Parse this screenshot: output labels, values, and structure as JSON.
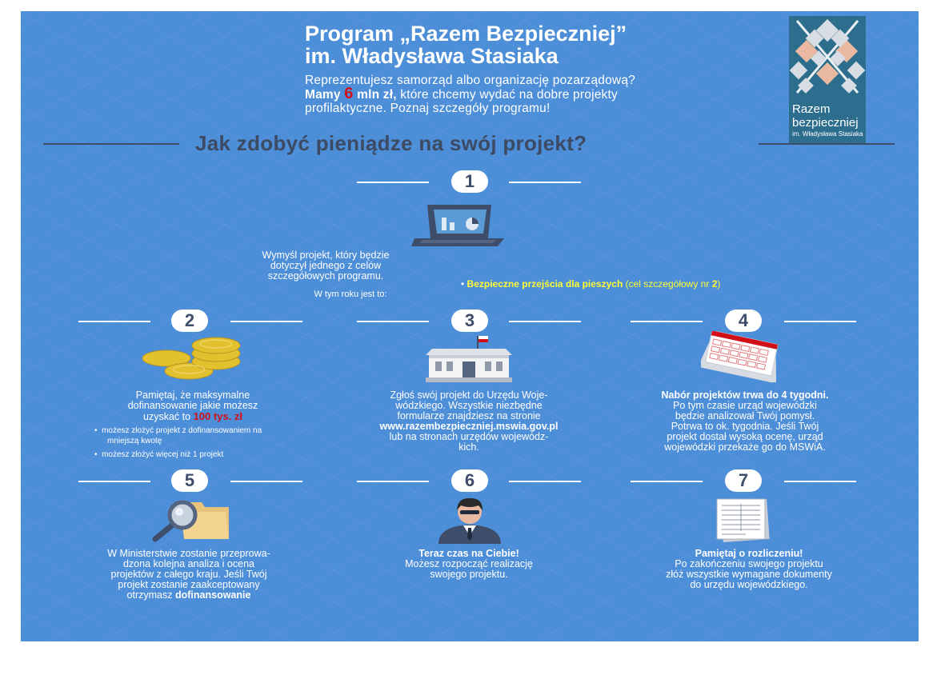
{
  "header": {
    "title_line1": "Program „Razem Bezpieczniej”",
    "title_line2": "im. Władysława Stasiaka",
    "intro_line1": "Reprezentujesz samorząd albo organizację pozarządową?",
    "intro_mamy": "Mamy",
    "intro_amount": "6",
    "intro_mln": "mln zł,",
    "intro_line2_rest": "które chcemy wydać na dobre projekty",
    "intro_line3": "profilaktyczne. Poznaj szczegóły programu!"
  },
  "logo": {
    "line1": "Razem",
    "line2": "bezpieczniej",
    "line3": "im. Władysława Stasiaka"
  },
  "section_heading": "Jak zdobyć pieniądze na swój projekt?",
  "steps": {
    "s1": {
      "num": "1",
      "l1": "Wymyśl projekt, który będzie",
      "l2": "dotyczył jednego z celów",
      "l3": "szczegółowych programu.",
      "l4": "W tym roku jest to:",
      "goal_bold": "Bezpieczne przejścia dla pieszych",
      "goal_open": "(cel szczegółowy nr",
      "goal_num": "2",
      "goal_close": ")"
    },
    "s2": {
      "num": "2",
      "l1": "Pamiętaj, że maksymalne",
      "l2": "dofinansowanie jakie możesz",
      "l3": "uzyskać to",
      "amount": "100 tys. zł",
      "b1a": "możesz złożyć projekt z dofinansowaniem na",
      "b1b": "mniejszą kwotę",
      "b2": "możesz złożyć więcej niż 1 projekt"
    },
    "s3": {
      "num": "3",
      "l1": "Zgłoś swój projekt do Urzędu Woje-",
      "l2": "wódzkiego. Wszystkie niezbędne",
      "l3": "formularze znajdziesz na stronie",
      "l4": "www.razembezpieczniej.mswia.gov.pl",
      "l5": "lub na stronach urzędów wojewódz-",
      "l6": "kich."
    },
    "s4": {
      "num": "4",
      "l1": "Nabór projektów trwa do 4 tygodni.",
      "l2": "Po tym czasie urząd wojewódzki",
      "l3": "będzie analizował Twój pomysł.",
      "l4": "Potrwa to ok. tygodnia. Jeśli Twój",
      "l5": "projekt dostał wysoką ocenę, urząd",
      "l6": "wojewódzki przekaże go do MSWiA."
    },
    "s5": {
      "num": "5",
      "l1": "W Ministerstwie zostanie przeprowa-",
      "l2": "dzona kolejna analiza i ocena",
      "l3": "projektów z całego kraju. Jeśli Twój",
      "l4": "projekt zostanie zaakceptowany",
      "l5a": "otrzymasz",
      "l5b": "dofinansowanie"
    },
    "s6": {
      "num": "6",
      "l1": "Teraz czas na Ciebie!",
      "l2": "Możesz rozpocząć realizację",
      "l3": "swojego projektu."
    },
    "s7": {
      "num": "7",
      "l1": "Pamiętaj o rozliczeniu!",
      "l2": "Po zakończeniu swojego projektu",
      "l3": "złóż wszystkie wymagane dokumenty",
      "l4": "do urzędu wojewódzkiego."
    }
  },
  "colors": {
    "poster_bg": "#4d8ed8",
    "navy": "#3e4d6a",
    "accent_red": "#d20f17",
    "goal_yellow": "#ffff33"
  }
}
